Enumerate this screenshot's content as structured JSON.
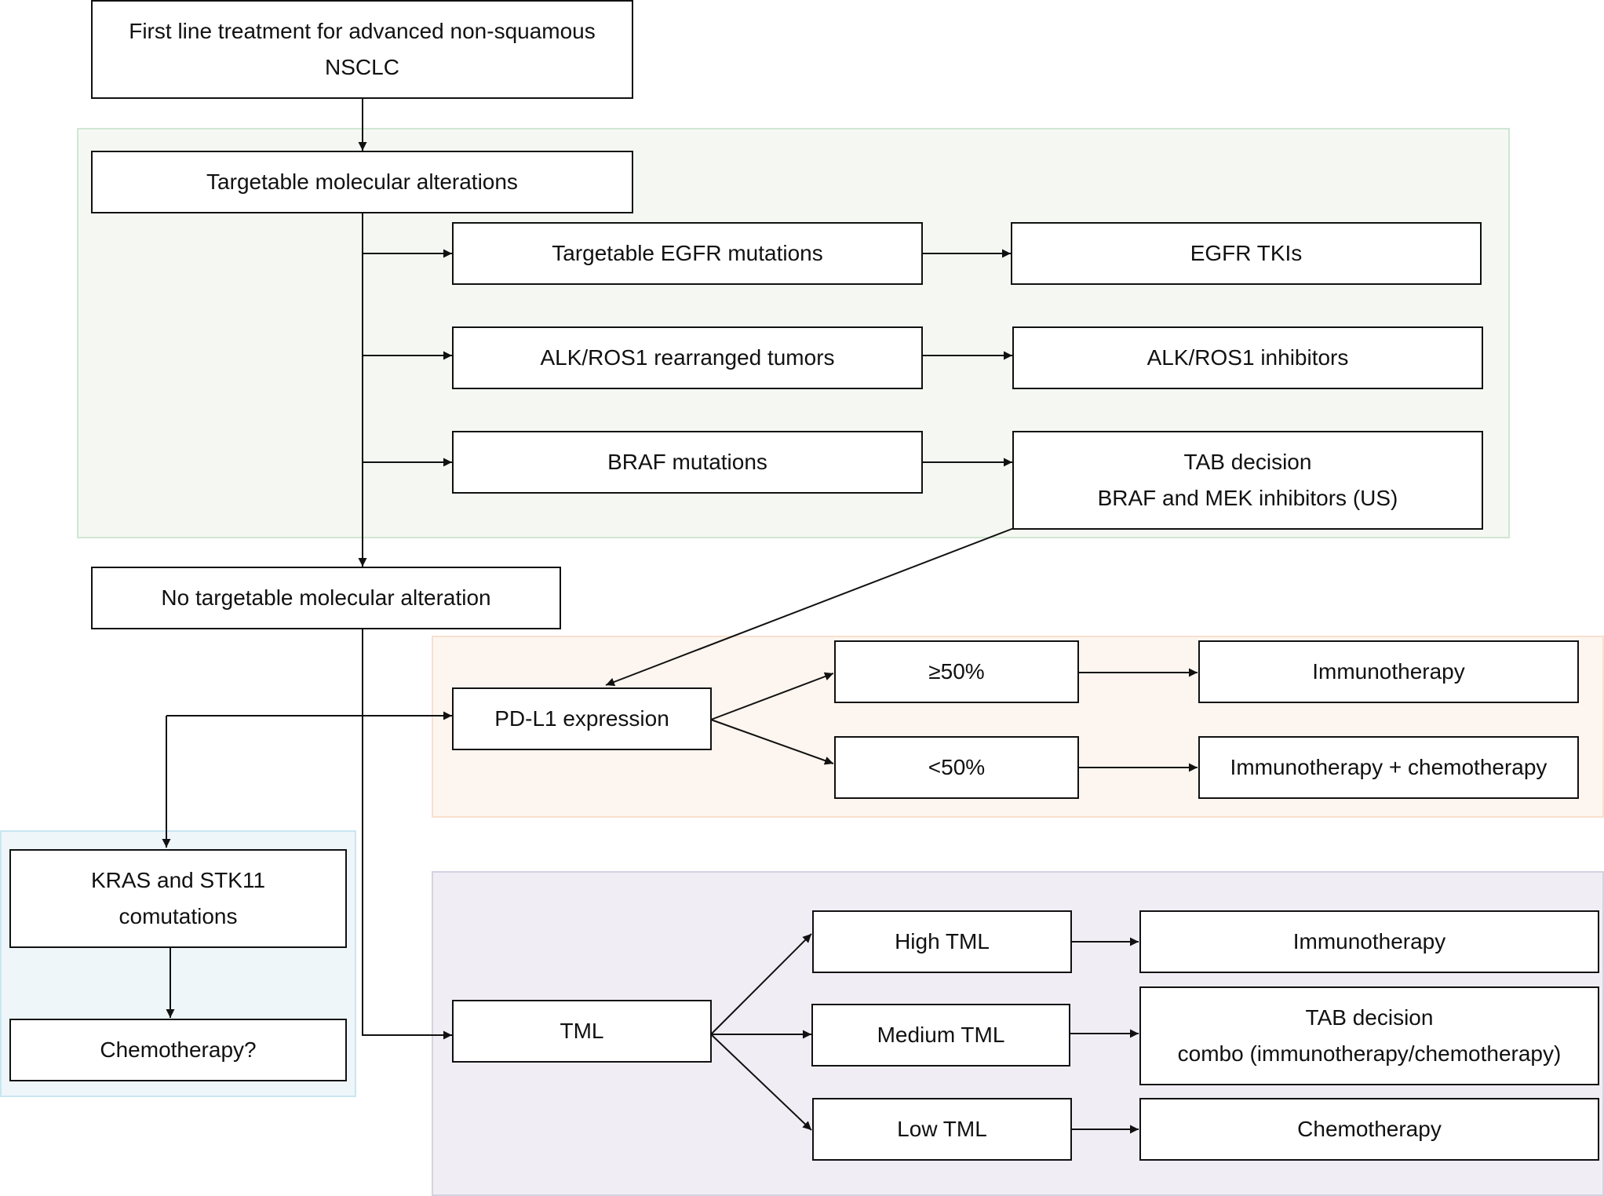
{
  "nodes": {
    "first_line": {
      "lines": [
        "First line treatment for advanced non-squamous",
        "NSCLC"
      ]
    },
    "targetable": {
      "lines": [
        "Targetable molecular alterations"
      ]
    },
    "egfr_mut": {
      "lines": [
        "Targetable EGFR mutations"
      ]
    },
    "egfr_tki": {
      "lines": [
        "EGFR TKIs"
      ]
    },
    "alk_tumors": {
      "lines": [
        "ALK/ROS1 rearranged tumors"
      ]
    },
    "alk_inhib": {
      "lines": [
        "ALK/ROS1 inhibitors"
      ]
    },
    "braf_mut": {
      "lines": [
        "BRAF mutations"
      ]
    },
    "braf_tab": {
      "lines": [
        "TAB decision",
        "BRAF and MEK inhibitors (US)"
      ]
    },
    "no_targetable": {
      "lines": [
        "No targetable molecular alteration"
      ]
    },
    "pdl1": {
      "lines": [
        "PD-L1 expression"
      ]
    },
    "ge50": {
      "lines": [
        "≥50%"
      ]
    },
    "lt50": {
      "lines": [
        "<50%"
      ]
    },
    "immuno_1": {
      "lines": [
        "Immunotherapy"
      ]
    },
    "immuno_chemo": {
      "lines": [
        "Immunotherapy + chemotherapy"
      ]
    },
    "kras": {
      "lines": [
        "KRAS and STK11",
        "comutations"
      ]
    },
    "chemo_q": {
      "lines": [
        "Chemotherapy?"
      ]
    },
    "tml": {
      "lines": [
        "TML"
      ]
    },
    "high_tml": {
      "lines": [
        "High TML"
      ]
    },
    "medium_tml": {
      "lines": [
        "Medium TML"
      ]
    },
    "low_tml": {
      "lines": [
        "Low TML"
      ]
    },
    "immuno_2": {
      "lines": [
        "Immunotherapy"
      ]
    },
    "tab_combo": {
      "lines": [
        "TAB decision",
        "combo (immunotherapy/chemotherapy)"
      ]
    },
    "chemo": {
      "lines": [
        "Chemotherapy"
      ]
    }
  },
  "colors": {
    "targetable_region": "#f5f8f2",
    "pdl1_region": "#fdf5ef",
    "kras_region": "#eef6fa",
    "tml_region": "#f0edf4",
    "line": "#111111"
  }
}
